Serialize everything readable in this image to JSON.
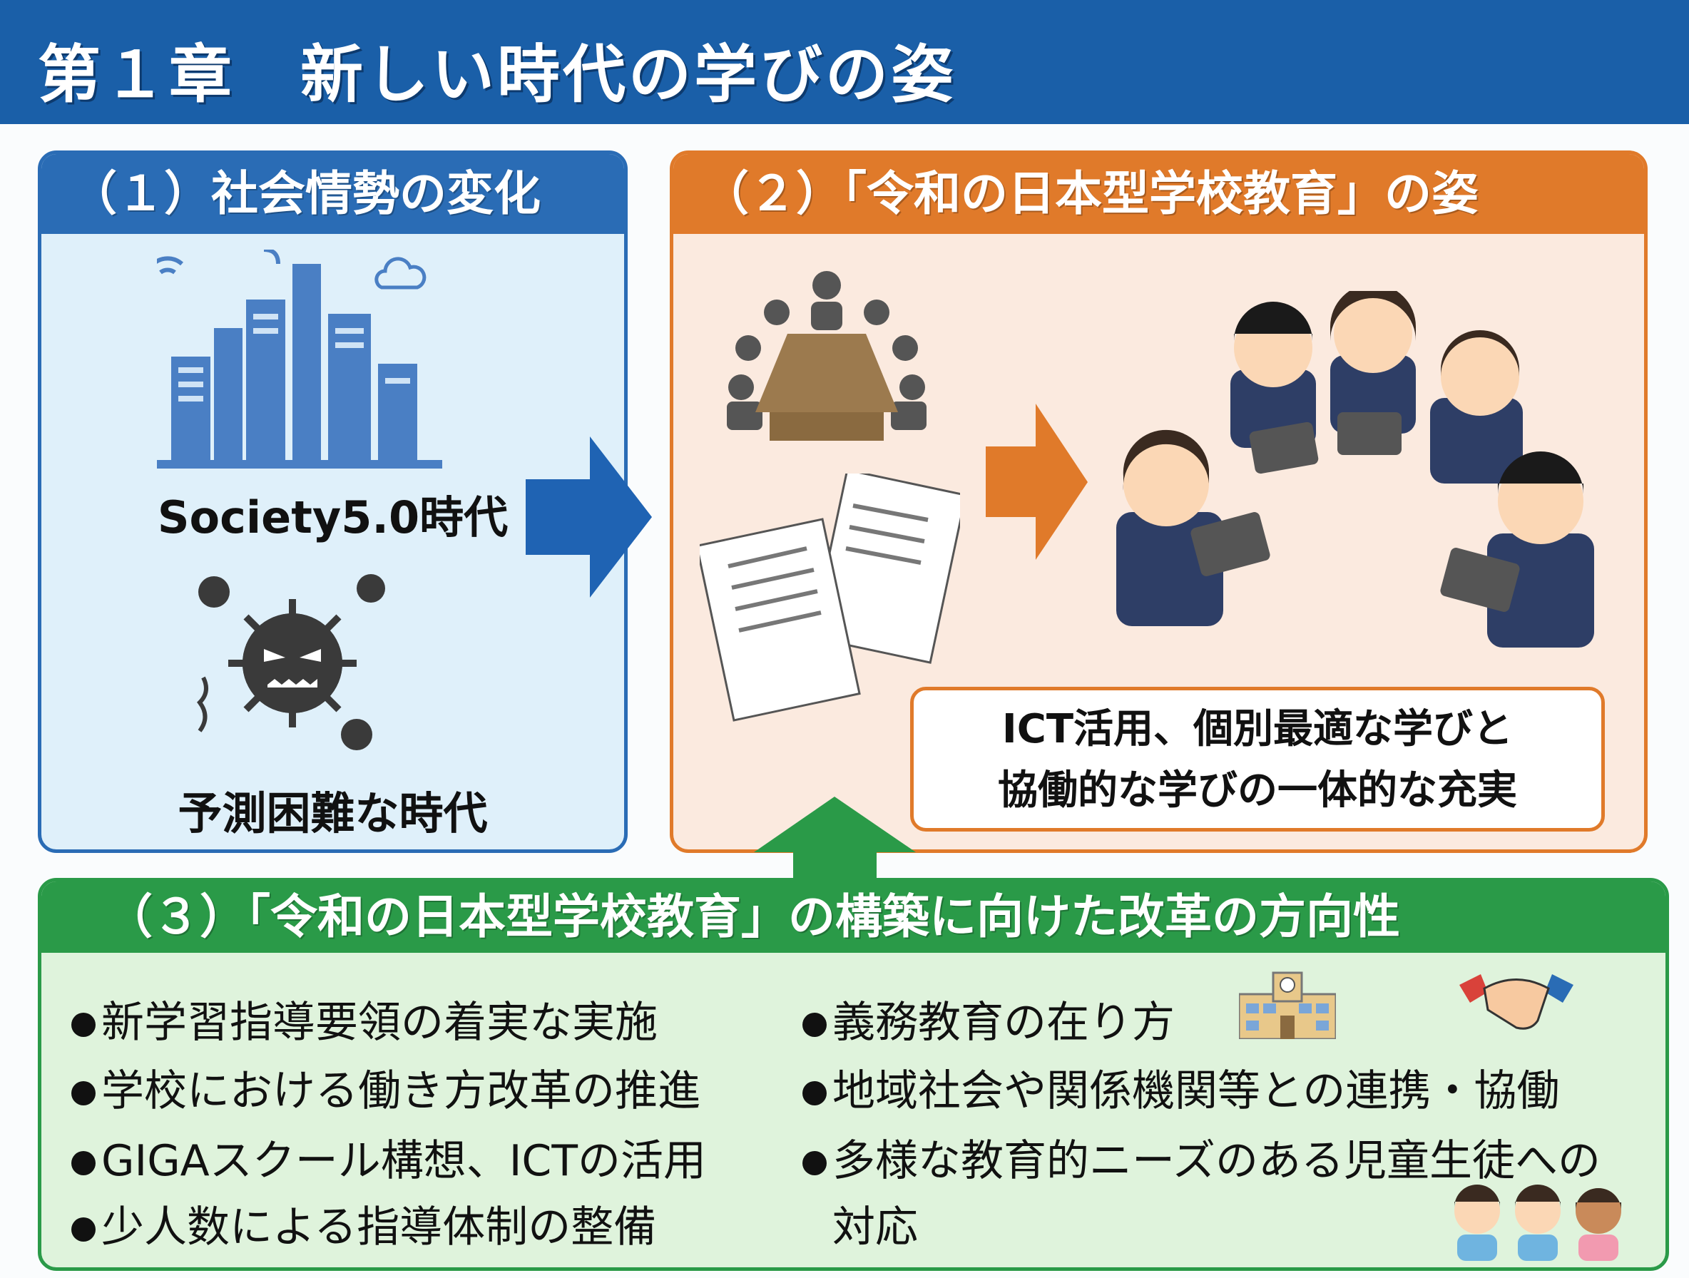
{
  "header": {
    "title": "第１章　新しい時代の学びの姿"
  },
  "section1": {
    "title": "（１）社会情勢の変化",
    "label_society": "Society5.0時代",
    "label_unpredictable": "予測困難な時代"
  },
  "section2": {
    "title": "（２）「令和の日本型学校教育」の姿",
    "highlight_line1": "ICT活用、個別最適な学びと",
    "highlight_line2": "協働的な学びの一体的な充実"
  },
  "section3": {
    "title": "（３）「令和の日本型学校教育」の構築に向けた改革の方向性",
    "left_items": [
      "新学習指導要領の着実な実施",
      "学校における働き方改革の推進",
      "GIGAスクール構想、ICTの活用",
      "少人数による指導体制の整備"
    ],
    "right_items": [
      "義務教育の在り方",
      "地域社会や関係機関等との連携・協働",
      "多様な教育的ニーズのある児童生徒への"
    ],
    "right_continuation": "対応"
  },
  "colors": {
    "blue": "#2a6cb5",
    "orange": "#e07a2a",
    "green": "#2a9a48",
    "header": "#1a5fa8"
  }
}
